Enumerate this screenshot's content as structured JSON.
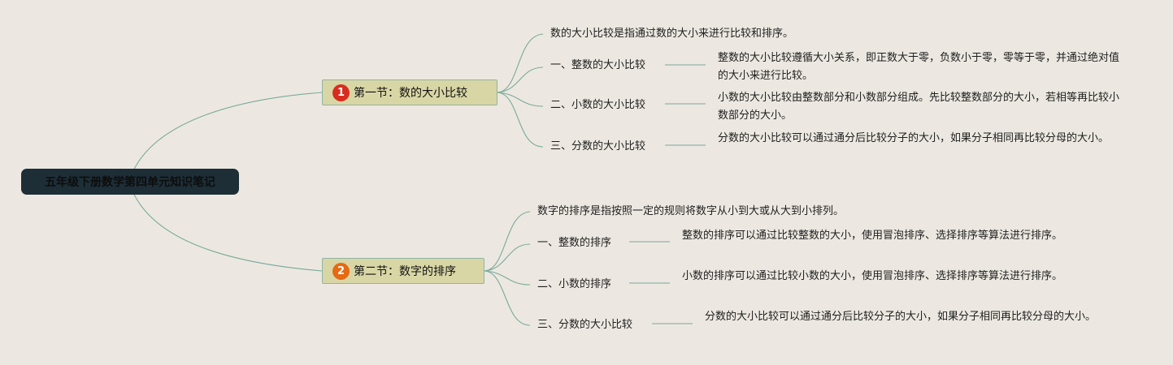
{
  "root": {
    "label": "五年级下册数学第四单元知识笔记"
  },
  "colors": {
    "root_bg": "#1d2e37",
    "section_bg": "#d9d6a6",
    "line": "#7aa99a",
    "badge1": "#d82d1e",
    "badge2": "#e56a12"
  },
  "sections": [
    {
      "number": "1",
      "title": "第一节：数的大小比较",
      "intro": "数的大小比较是指通过数的大小来进行比较和排序。",
      "items": [
        {
          "label": "一、整数的大小比较",
          "desc": "整数的大小比较遵循大小关系，即正数大于零，负数小于零，零等于零，并通过绝对值的大小来进行比较。"
        },
        {
          "label": "二、小数的大小比较",
          "desc": "小数的大小比较由整数部分和小数部分组成。先比较整数部分的大小，若相等再比较小数部分的大小。"
        },
        {
          "label": "三、分数的大小比较",
          "desc": "分数的大小比较可以通过通分后比较分子的大小，如果分子相同再比较分母的大小。"
        }
      ]
    },
    {
      "number": "2",
      "title": "第二节：数字的排序",
      "intro": "数字的排序是指按照一定的规则将数字从小到大或从大到小排列。",
      "items": [
        {
          "label": "一、整数的排序",
          "desc": "整数的排序可以通过比较整数的大小，使用冒泡排序、选择排序等算法进行排序。"
        },
        {
          "label": "二、小数的排序",
          "desc": "小数的排序可以通过比较小数的大小，使用冒泡排序、选择排序等算法进行排序。"
        },
        {
          "label": "三、分数的大小比较",
          "desc": "分数的大小比较可以通过通分后比较分子的大小，如果分子相同再比较分母的大小。"
        }
      ]
    }
  ]
}
